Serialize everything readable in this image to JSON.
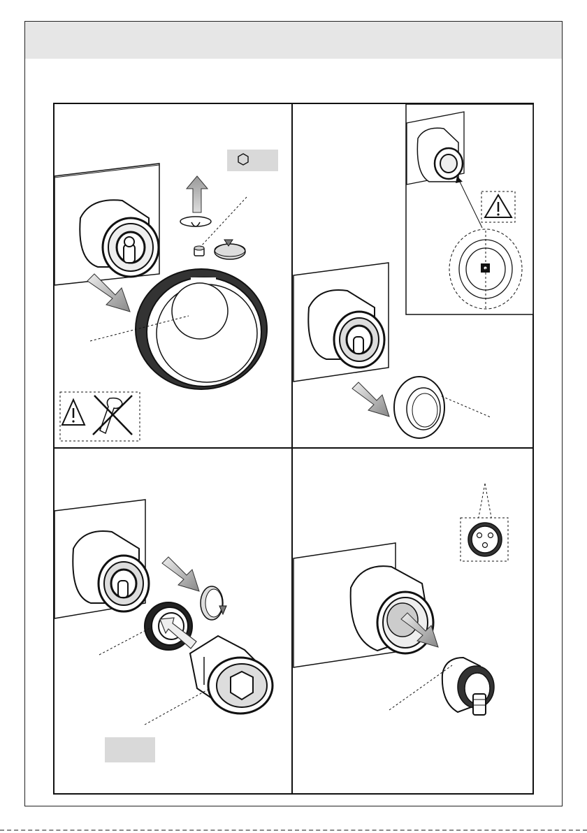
{
  "document": {
    "header_band_color": "#e6e6e6",
    "line_color": "#111111",
    "steps": [
      {
        "id": "step-1",
        "icons": [
          "wall-plate",
          "valve-cylinder",
          "up-arrow-icon",
          "cap-disc",
          "screw",
          "rotate-counterclockwise-icon",
          "diagonal-arrow-icon",
          "trim-ring-large",
          "warning-icon",
          "no-tool-icon",
          "hex-key-icon"
        ]
      },
      {
        "id": "step-2",
        "icons": [
          "wall-plate",
          "valve-cylinder",
          "inset-detail",
          "warning-icon",
          "detail-circle",
          "diagonal-arrow-icon",
          "sleeve-ring"
        ]
      },
      {
        "id": "step-3",
        "icons": [
          "wall-plate",
          "valve-cylinder",
          "diagonal-arrow-icon",
          "rotate-clockwise-icon",
          "bonnet-nut",
          "socket-tool"
        ]
      },
      {
        "id": "step-4",
        "icons": [
          "wall-plate",
          "empty-valve-body",
          "diagonal-arrow-icon",
          "cartridge",
          "cartridge-end-detail"
        ]
      }
    ]
  }
}
